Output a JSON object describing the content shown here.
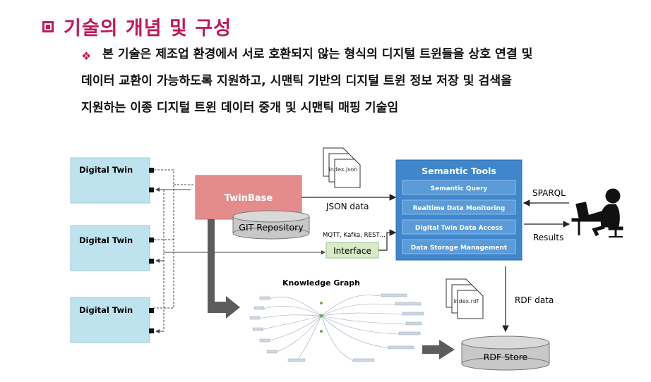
{
  "heading": {
    "title": "기술의 개념 및 구성"
  },
  "bullet": {
    "line1": "본 기술은 제조업 환경에서 서로 호환되지 않는 형식의 디지털 트윈들을 상호 연결 및",
    "line2": "데이터 교환이 가능하도록 지원하고, 시맨틱 기반의 디지털 트윈 정보 저장 및 검색을",
    "line3": "지원하는 이종 디지털 트윈 데이터 중개 및 시맨틱 매핑 기술임"
  },
  "diagram": {
    "digital_twins": [
      "Digital Twin",
      "Digital Twin",
      "Digital Twin"
    ],
    "twinbase": "TwinBase",
    "git_repository": "GIT Repository",
    "index_json": "index.json",
    "json_data": "JSON data",
    "protocols": "MQTT, Kafka, REST…",
    "interface": "Interface",
    "semantic_tools": {
      "title": "Semantic Tools",
      "items": [
        "Semantic Query",
        "Realtime Data Monitoring",
        "Digital Twin Data Access",
        "Data Storage Management"
      ]
    },
    "sparql": "SPARQL",
    "results": "Results",
    "knowledge_graph": "Knowledge Graph",
    "index_rdf": "index.rdf",
    "rdf_data": "RDF data",
    "rdf_store": "RDF Store",
    "colors": {
      "accent": "#c2185b",
      "twin_box": "#bfe3ee",
      "twinbase": "#e48c8c",
      "semantic_blue": "#3f86cc",
      "interface_green": "#d7ecc7",
      "store_gray": "#c8c8c8"
    }
  }
}
